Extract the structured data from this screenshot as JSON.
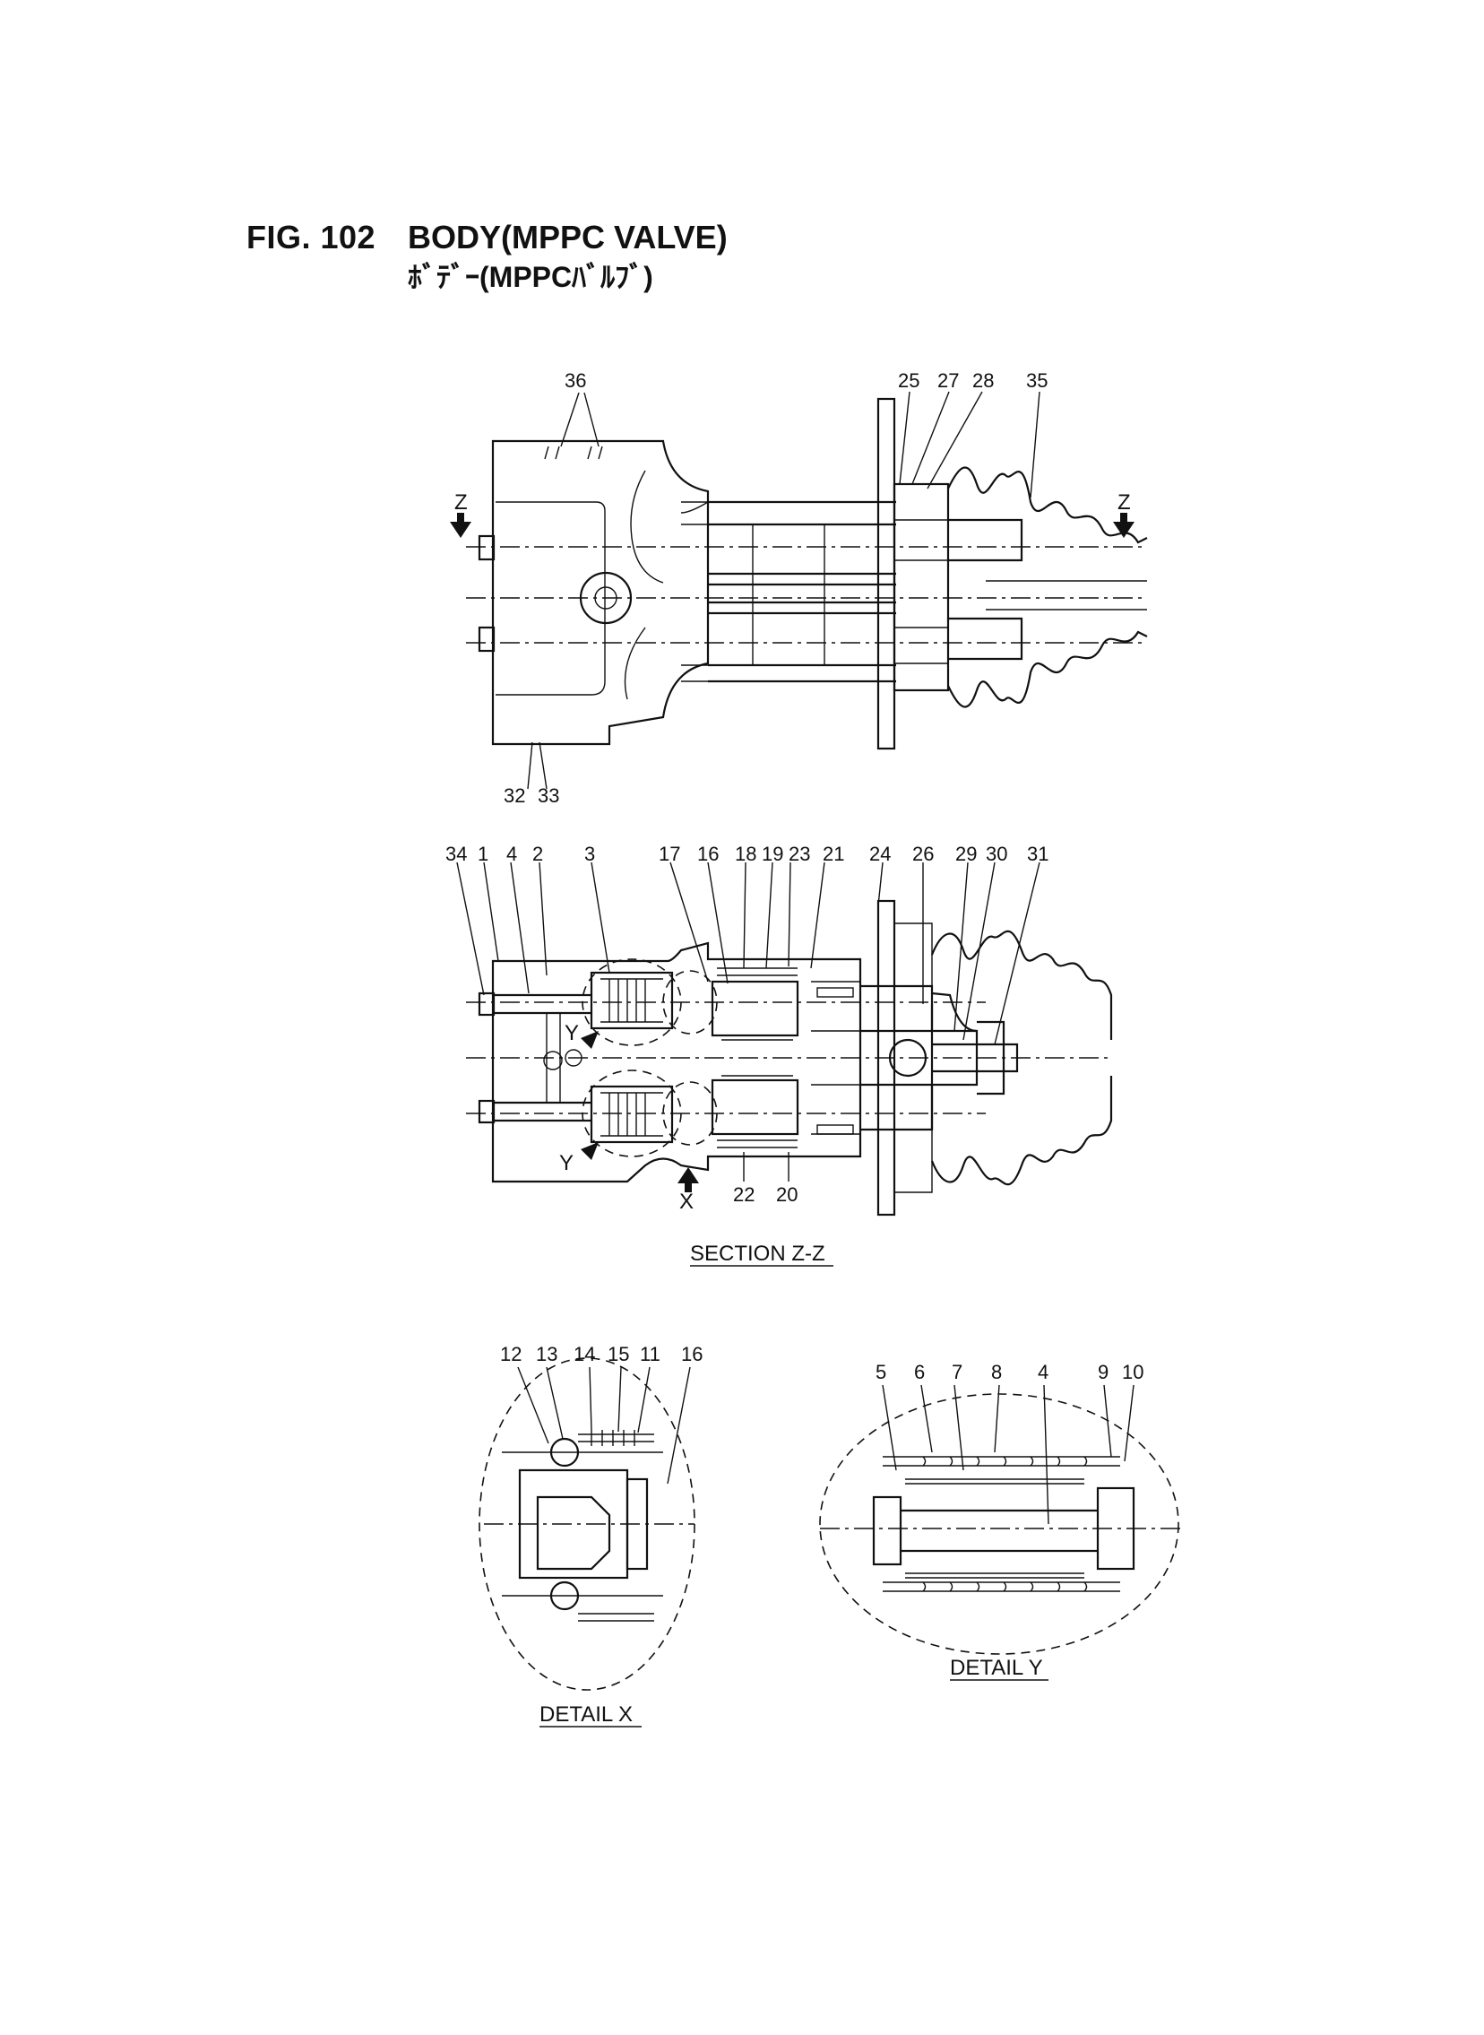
{
  "figure": {
    "number": "FIG. 102",
    "title": "BODY(MPPC VALVE)",
    "title_jp": "ﾎﾞﾃﾞｰ(MPPCﾊﾞﾙﾌﾞ)"
  },
  "views": {
    "top": {
      "labels": {
        "l36": "36",
        "l25": "25",
        "l27": "27",
        "l28": "28",
        "l35": "35",
        "l32": "32",
        "l33": "33",
        "z_left": "Z",
        "z_right": "Z"
      }
    },
    "section": {
      "caption": "SECTION Z-Z",
      "labels": {
        "l34": "34",
        "l1": "1",
        "l4": "4",
        "l2": "2",
        "l3": "3",
        "l17": "17",
        "l16": "16",
        "l18": "18",
        "l19": "19",
        "l23": "23",
        "l21": "21",
        "l24": "24",
        "l26": "26",
        "l29": "29",
        "l30": "30",
        "l31": "31",
        "l22": "22",
        "l20": "20",
        "y1": "Y",
        "y2": "Y",
        "x": "X"
      }
    },
    "detail_x": {
      "caption": "DETAIL X",
      "labels": {
        "l12": "12",
        "l13": "13",
        "l14": "14",
        "l15": "15",
        "l11": "11",
        "l16": "16"
      }
    },
    "detail_y": {
      "caption": "DETAIL Y",
      "labels": {
        "l5": "5",
        "l6": "6",
        "l7": "7",
        "l8": "8",
        "l4": "4",
        "l9": "9",
        "l10": "10"
      }
    }
  }
}
